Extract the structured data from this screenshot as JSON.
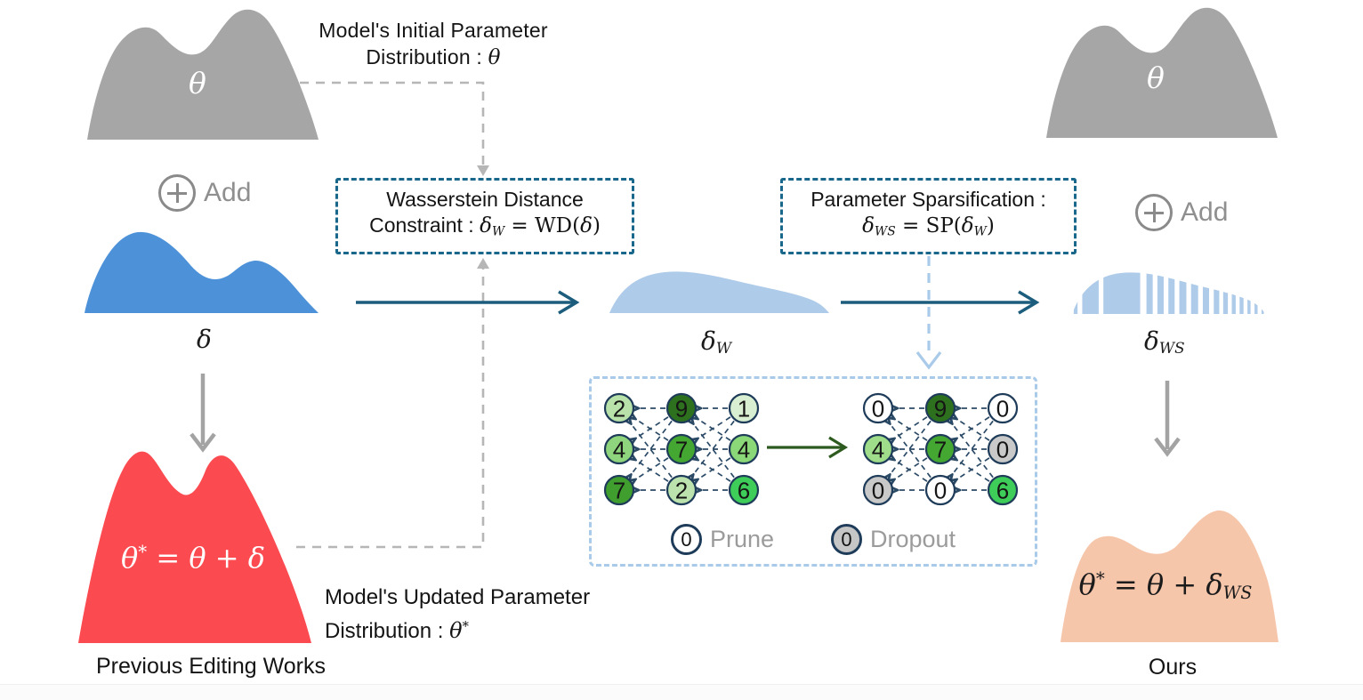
{
  "colors": {
    "gray_shape": "#a6a6a6",
    "blue_shape": "#4d92d9",
    "light_blue_shape": "#aecbe9",
    "red_shape": "#fb4a50",
    "peach_shape": "#f6c6ab",
    "teal_arrow": "#1c5d7d",
    "box_border": "#19688c",
    "panel_border": "#a9cbe9",
    "node_border": "#1e3c59",
    "connection": "#2b4a66",
    "green_arrow": "#2d5a1e",
    "gray_arrow": "#a3a3a3",
    "dashed_connector": "#b6b6b6",
    "muted_text": "#9b9b9b",
    "text": "#141414"
  },
  "initial_model": {
    "theta": "θ",
    "title_line1": "Model's Initial Parameter",
    "title_line2": [
      {
        "t": "Distribution : ",
        "s": "sans"
      },
      {
        "t": "θ",
        "s": "it"
      }
    ]
  },
  "top_right_model": {
    "theta": "θ"
  },
  "add_left": {
    "label": "Add"
  },
  "add_right": {
    "label": "Add"
  },
  "delta": {
    "label": "δ"
  },
  "delta_w": {
    "label": [
      {
        "t": "δ",
        "s": "it"
      },
      {
        "t": "W",
        "s": "sub"
      }
    ]
  },
  "delta_ws": {
    "label": [
      {
        "t": "δ",
        "s": "it"
      },
      {
        "t": "WS",
        "s": "sub"
      }
    ]
  },
  "wasserstein_box": {
    "title": "Wasserstein Distance",
    "equation": [
      {
        "t": "Constraint : ",
        "s": "sans"
      },
      {
        "t": "δ",
        "s": "it"
      },
      {
        "t": "W",
        "s": "sub"
      },
      {
        "t": " = WD(",
        "s": "rm"
      },
      {
        "t": "δ",
        "s": "it"
      },
      {
        "t": ")",
        "s": "rm"
      }
    ]
  },
  "sparsification_box": {
    "title": "Parameter Sparsification :",
    "equation": [
      {
        "t": "δ",
        "s": "it"
      },
      {
        "t": "WS",
        "s": "sub"
      },
      {
        "t": " = SP(",
        "s": "rm"
      },
      {
        "t": "δ",
        "s": "it"
      },
      {
        "t": "W",
        "s": "sub"
      },
      {
        "t": ")",
        "s": "rm"
      }
    ]
  },
  "previous_works": {
    "equation": [
      {
        "t": "θ",
        "s": "it"
      },
      {
        "t": "*",
        "s": "sup"
      },
      {
        "t": " = ",
        "s": "rm"
      },
      {
        "t": "θ",
        "s": "it"
      },
      {
        "t": " + ",
        "s": "rm"
      },
      {
        "t": "δ",
        "s": "it"
      }
    ],
    "caption_line1": "Model's Updated Parameter",
    "caption_line2": [
      {
        "t": "Distribution : ",
        "s": "sans"
      },
      {
        "t": "θ",
        "s": "it"
      },
      {
        "t": "*",
        "s": "sup"
      }
    ],
    "label": "Previous Editing Works"
  },
  "ours": {
    "equation": [
      {
        "t": "θ",
        "s": "it"
      },
      {
        "t": "*",
        "s": "sup"
      },
      {
        "t": " = ",
        "s": "rm"
      },
      {
        "t": "θ",
        "s": "it"
      },
      {
        "t": " + ",
        "s": "rm"
      },
      {
        "t": "δ",
        "s": "it"
      },
      {
        "t": "WS",
        "s": "sub"
      }
    ],
    "label": "Ours"
  },
  "sparsify_panel": {
    "before_network": {
      "columns": [
        {
          "values": [
            "2",
            "4",
            "7"
          ],
          "fills": [
            "#b9e1aa",
            "#8fd57d",
            "#3f9e2d"
          ]
        },
        {
          "values": [
            "9",
            "7",
            "2"
          ],
          "fills": [
            "#2d701e",
            "#44a732",
            "#bce3ae"
          ]
        },
        {
          "values": [
            "1",
            "4",
            "6"
          ],
          "fills": [
            "#d9efd1",
            "#8ad877",
            "#3ecd58"
          ]
        }
      ]
    },
    "after_network": {
      "columns": [
        {
          "values": [
            "0",
            "4",
            "0"
          ],
          "fills": [
            "#ffffff",
            "#9fdd8b",
            "#c9c9c9"
          ]
        },
        {
          "values": [
            "9",
            "7",
            "0"
          ],
          "fills": [
            "#2d701e",
            "#44a732",
            "#ffffff"
          ]
        },
        {
          "values": [
            "0",
            "0",
            "6"
          ],
          "fills": [
            "#ffffff",
            "#c9c9c9",
            "#3ecd58"
          ]
        }
      ]
    },
    "legend": [
      {
        "value": "0",
        "label": "Prune",
        "fill": "#ffffff"
      },
      {
        "value": "0",
        "label": "Dropout",
        "fill": "#c6c6c6"
      }
    ]
  }
}
